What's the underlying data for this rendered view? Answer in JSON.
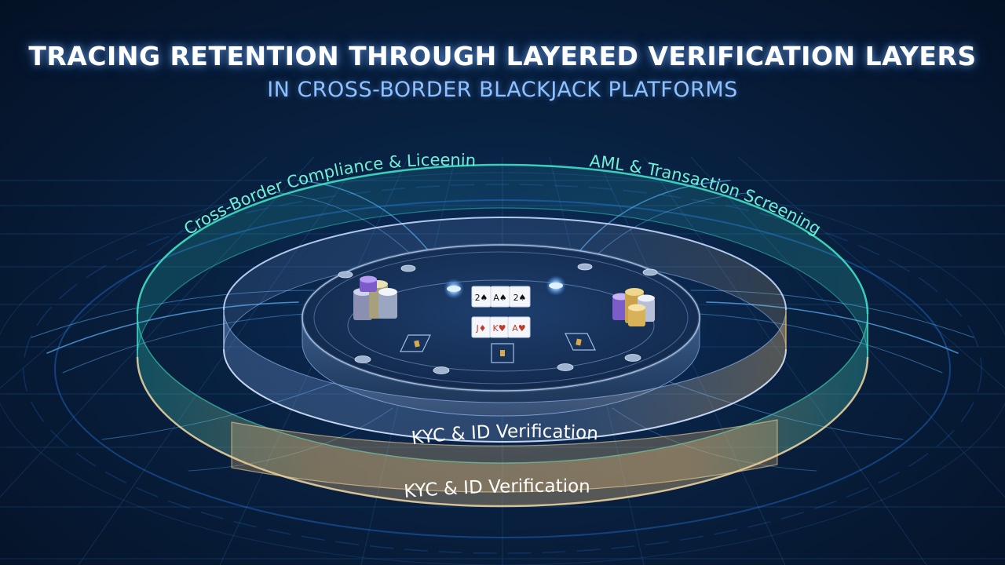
{
  "title": "TRACING RETENTION THROUGH LAYERED VERIFICATION LAYERS",
  "subtitle": "IN CROSS-BORDER BLACKJACK PLATFORMS",
  "rings": {
    "outer_left_label": "Cross-Border Compliance & Liceening",
    "outer_right_label": "AML & Transaction Screening",
    "middle_label": "KYC & ID Verification",
    "outer_bottom_label": "KYC & ID Verification"
  },
  "colors": {
    "outer_ring": "#3fe0c8",
    "inner_ring": "#9ec6ff",
    "gold_band": "#f0c27a",
    "grid": "#2a6fb8",
    "streak": "#5fb6ff"
  },
  "table": {
    "dealer_cards": [
      "2♠",
      "A♠",
      "2♠"
    ],
    "player_cards": [
      "J♦",
      "K♥",
      "A♥"
    ]
  }
}
